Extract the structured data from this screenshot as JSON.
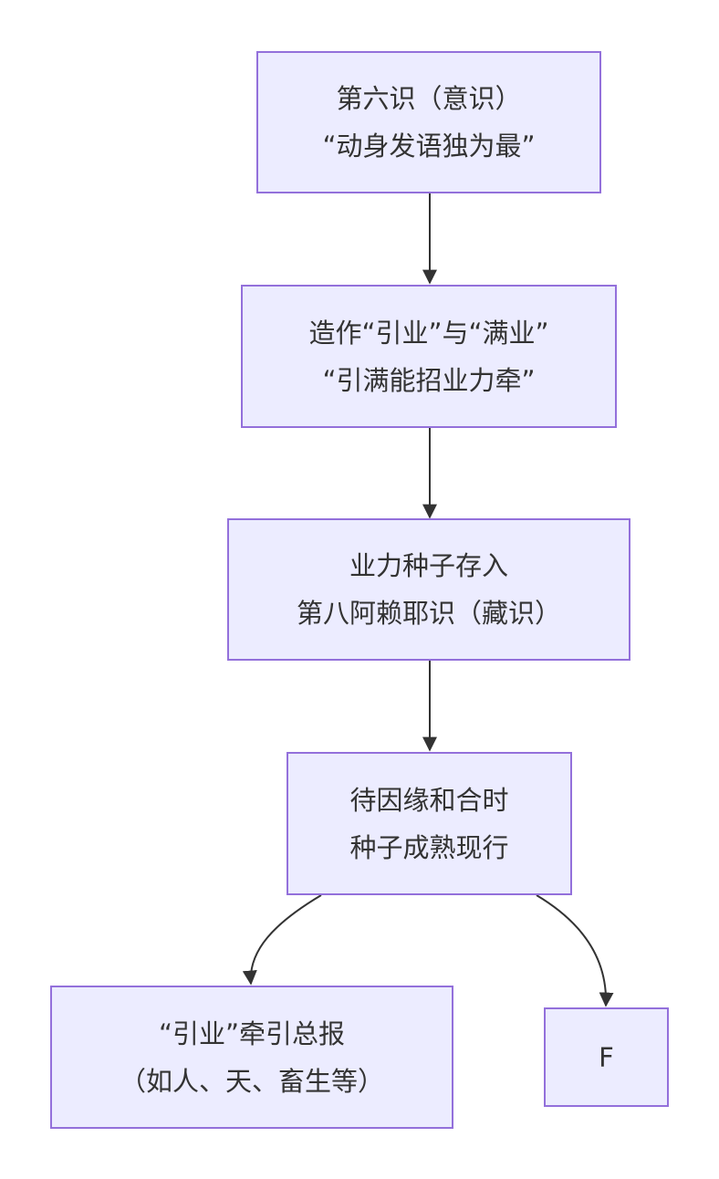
{
  "nodes": {
    "n1": {
      "line1": "第六识（意识）",
      "line2": "“动身发语独为最”"
    },
    "n2": {
      "line1": "造作“引业”与“满业”",
      "line2": "“引满能招业力牵”"
    },
    "n3": {
      "line1": "业力种子存入",
      "line2": "第八阿赖耶识（藏识）"
    },
    "n4": {
      "line1": "待因缘和合时",
      "line2": "种子成熟现行"
    },
    "n5": {
      "line1": "“引业”牵引总报",
      "line2": "（如人、天、畜生等）"
    },
    "n6": {
      "line1": "F"
    }
  },
  "edges": [
    {
      "from": "n1",
      "to": "n2"
    },
    {
      "from": "n2",
      "to": "n3"
    },
    {
      "from": "n3",
      "to": "n4"
    },
    {
      "from": "n4",
      "to": "n5"
    },
    {
      "from": "n4",
      "to": "n6"
    }
  ],
  "colors": {
    "fill": "#ececff",
    "stroke": "#9370db",
    "edge": "#333333",
    "text": "#333333"
  }
}
